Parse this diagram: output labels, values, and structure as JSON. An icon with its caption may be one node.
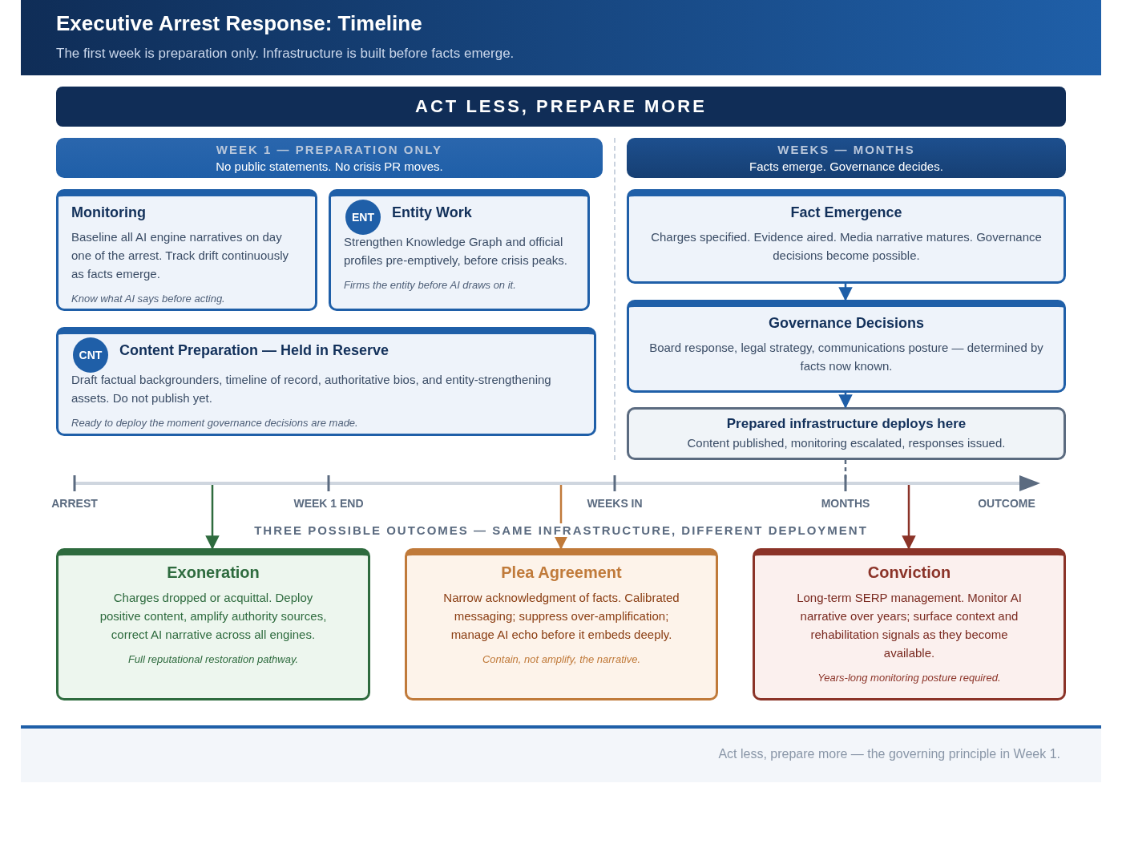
{
  "diagram": {
    "title": "Executive Arrest Response: Timeline",
    "caption": "The first week is preparation only. Infrastructure is built before facts emerge.",
    "nodes": [
      {
        "text": [
          "ACT LESS, PREPARE MORE"
        ]
      },
      {
        "text": [
          "WEEK 1 — PREPARATION ONLY",
          "No public statements. No crisis PR moves."
        ]
      },
      {
        "text": [
          "WEEKS — MONTHS",
          "Facts emerge. Governance decides."
        ]
      },
      {
        "text": [
          "Monitoring",
          "Baseline all AI engine narratives on day one of the arrest. Track drift continuously as facts emerge.",
          "Know what AI says before acting."
        ]
      },
      {
        "text": [
          "Entity Work",
          "Strengthen Knowledge Graph and official profiles pre-emptively, before crisis peaks.",
          "Firms the entity before AI draws on it."
        ]
      },
      {
        "text": [
          "ENT"
        ],
        "in": 4
      },
      {
        "text": [
          "Content Preparation — Held in Reserve",
          "Draft factual backgrounders, timeline of record, authoritative bios, and entity-strengthening assets. Do not publish yet.",
          "Ready to deploy the moment governance decisions are made."
        ]
      },
      {
        "text": [
          "CNT"
        ],
        "in": 6
      },
      {
        "text": [
          "Fact Emergence",
          "Charges specified. Evidence aired. Media narrative matures. Governance decisions become possible."
        ]
      },
      {
        "text": [
          "Governance Decisions",
          "Board response, legal strategy, communications posture — determined by facts now known."
        ]
      },
      {
        "text": [
          "Prepared infrastructure deploys here",
          "Content published, monitoring escalated, responses issued."
        ]
      },
      {
        "text": [
          "Exoneration",
          "Charges dropped or acquittal. Deploy positive content, amplify authority sources, correct AI narrative across all engines.",
          "Full reputational restoration pathway."
        ]
      },
      {
        "text": [
          "Plea Agreement",
          "Narrow acknowledgment of facts. Calibrated messaging; suppress over-amplification; manage AI echo before it embeds deeply.",
          "Contain, not amplify, the narrative."
        ]
      },
      {
        "text": [
          "Conviction",
          "Long-term SERP management. Monitor AI narrative over years; surface context and rehabilitation signals as they become available.",
          "Years-long monitoring posture required."
        ]
      }
    ],
    "edges": [
      {
        "from": 8,
        "to": 9,
        "arrow": "to"
      },
      {
        "from": 9,
        "to": 10,
        "arrow": "to"
      },
      {
        "from": 10,
        "to": null,
        "arrow": "none",
        "style": "dashed",
        "color": "#5b6b80"
      },
      {
        "from": null,
        "to": 11,
        "arrow": "to",
        "color": "#2e6b3e"
      },
      {
        "from": null,
        "to": 12,
        "arrow": "to",
        "color": "#c07a3a"
      },
      {
        "from": null,
        "to": 13,
        "arrow": "to",
        "color": "#8b3328"
      }
    ],
    "labels": [
      "ARREST",
      "WEEK 1 END",
      "WEEKS IN",
      "MONTHS",
      "OUTCOME",
      "THREE POSSIBLE OUTCOMES — SAME INFRASTRUCTURE, DIFFERENT DEPLOYMENT",
      "Act less, prepare more — the governing principle in Week 1."
    ]
  }
}
